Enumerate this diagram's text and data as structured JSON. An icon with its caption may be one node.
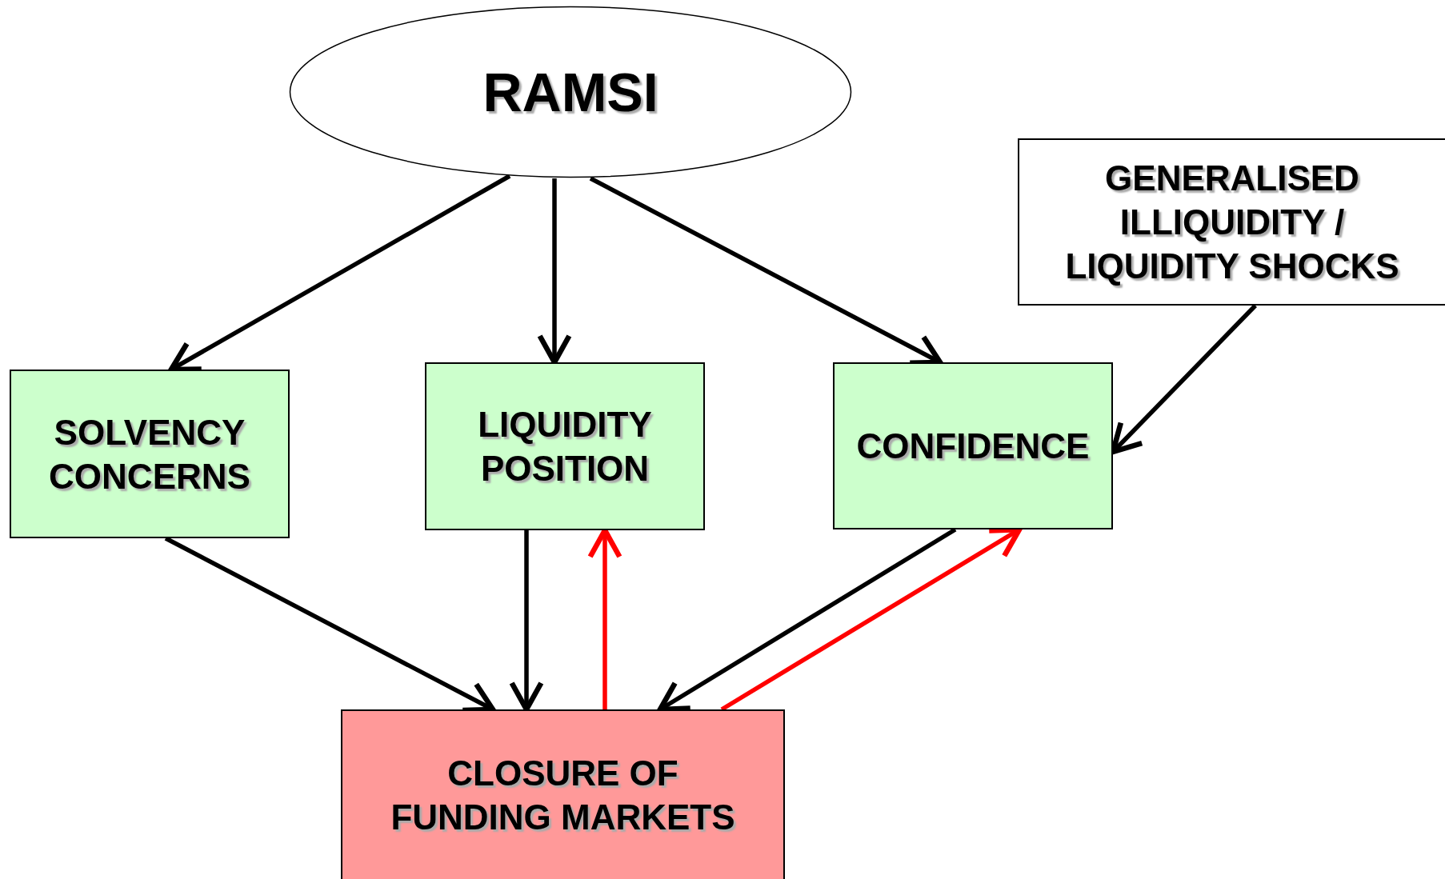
{
  "diagram": {
    "nodes": [
      {
        "text": [
          "RAMSI"
        ]
      },
      {
        "text": [
          "GENERALISED ILLIQUIDITY / LIQUIDITY SHOCKS"
        ]
      },
      {
        "text": [
          "SOLVENCY CONCERNS"
        ]
      },
      {
        "text": [
          "LIQUIDITY POSITION"
        ]
      },
      {
        "text": [
          "CONFIDENCE"
        ]
      },
      {
        "text": [
          "CLOSURE OF FUNDING MARKETS"
        ]
      }
    ],
    "edges": [
      {
        "from": 0,
        "to": 2,
        "arrow": "to"
      },
      {
        "from": 0,
        "to": 3,
        "arrow": "to"
      },
      {
        "from": 0,
        "to": 4,
        "arrow": "to"
      },
      {
        "from": 1,
        "to": 4,
        "arrow": "to"
      },
      {
        "from": 2,
        "to": 5,
        "arrow": "to"
      },
      {
        "from": 3,
        "to": 5,
        "arrow": "to"
      },
      {
        "from": 5,
        "to": 3,
        "arrow": "to",
        "color": "#ff0000"
      },
      {
        "from": 4,
        "to": 5,
        "arrow": "to"
      },
      {
        "from": 5,
        "to": 4,
        "arrow": "to",
        "color": "#ff0000"
      }
    ]
  }
}
